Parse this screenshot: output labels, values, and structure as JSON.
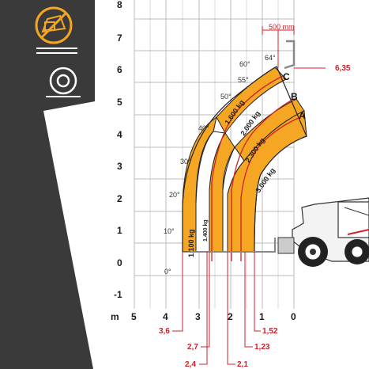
{
  "chart_data": {
    "type": "load-chart",
    "y_ticks": [
      "8",
      "7",
      "6",
      "5",
      "4",
      "3",
      "2",
      "1",
      "0",
      "-1"
    ],
    "x_ticks": [
      "5",
      "4",
      "3",
      "2",
      "1",
      "0"
    ],
    "x_unit": "m",
    "angle_labels": [
      "0°",
      "10°",
      "20°",
      "30°",
      "40°",
      "50°",
      "55°",
      "60°",
      "64°"
    ],
    "zones": [
      {
        "capacity_label": "1.100 kg"
      },
      {
        "capacity_label": "1.400 kg"
      },
      {
        "capacity_label": "1.600 kg"
      },
      {
        "capacity_label": "2.000 kg"
      },
      {
        "capacity_label": "2.300 kg"
      },
      {
        "capacity_label": "3.000 kg"
      }
    ],
    "boom_positions": [
      "A",
      "B",
      "C"
    ],
    "dimensions": {
      "fork_label": "500 mm",
      "max_height": "6,35",
      "reach_values": [
        "3,6",
        "2,7",
        "2,4",
        "2,1",
        "1,23",
        "1,52"
      ]
    }
  },
  "colors": {
    "panel": "#3a3a3a",
    "zone_yellow": "#f5a623",
    "red": "#d0202a",
    "grid": "#bbbbbb"
  },
  "icons": [
    "no-platform-icon",
    "tyre-icon"
  ]
}
